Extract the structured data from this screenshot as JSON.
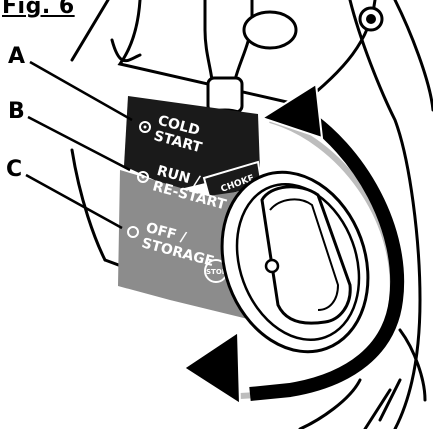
{
  "figure": {
    "title": "Fig. 6"
  },
  "callouts": [
    {
      "letter": "A"
    },
    {
      "letter": "B"
    },
    {
      "letter": "C"
    }
  ],
  "panel": {
    "positions": [
      {
        "line1": "COLD",
        "line2": "START"
      },
      {
        "line1": "RUN /",
        "line2": "RE-START",
        "tag": "CHOKE"
      },
      {
        "line1": "OFF /",
        "line2": "STORAGE",
        "tag": "STOP"
      }
    ]
  },
  "colors": {
    "ink": "#000000",
    "panel_dark": "#1a1a1a",
    "panel_gray": "#8c8c8c",
    "arrow_gray": "#bdbdbd"
  }
}
